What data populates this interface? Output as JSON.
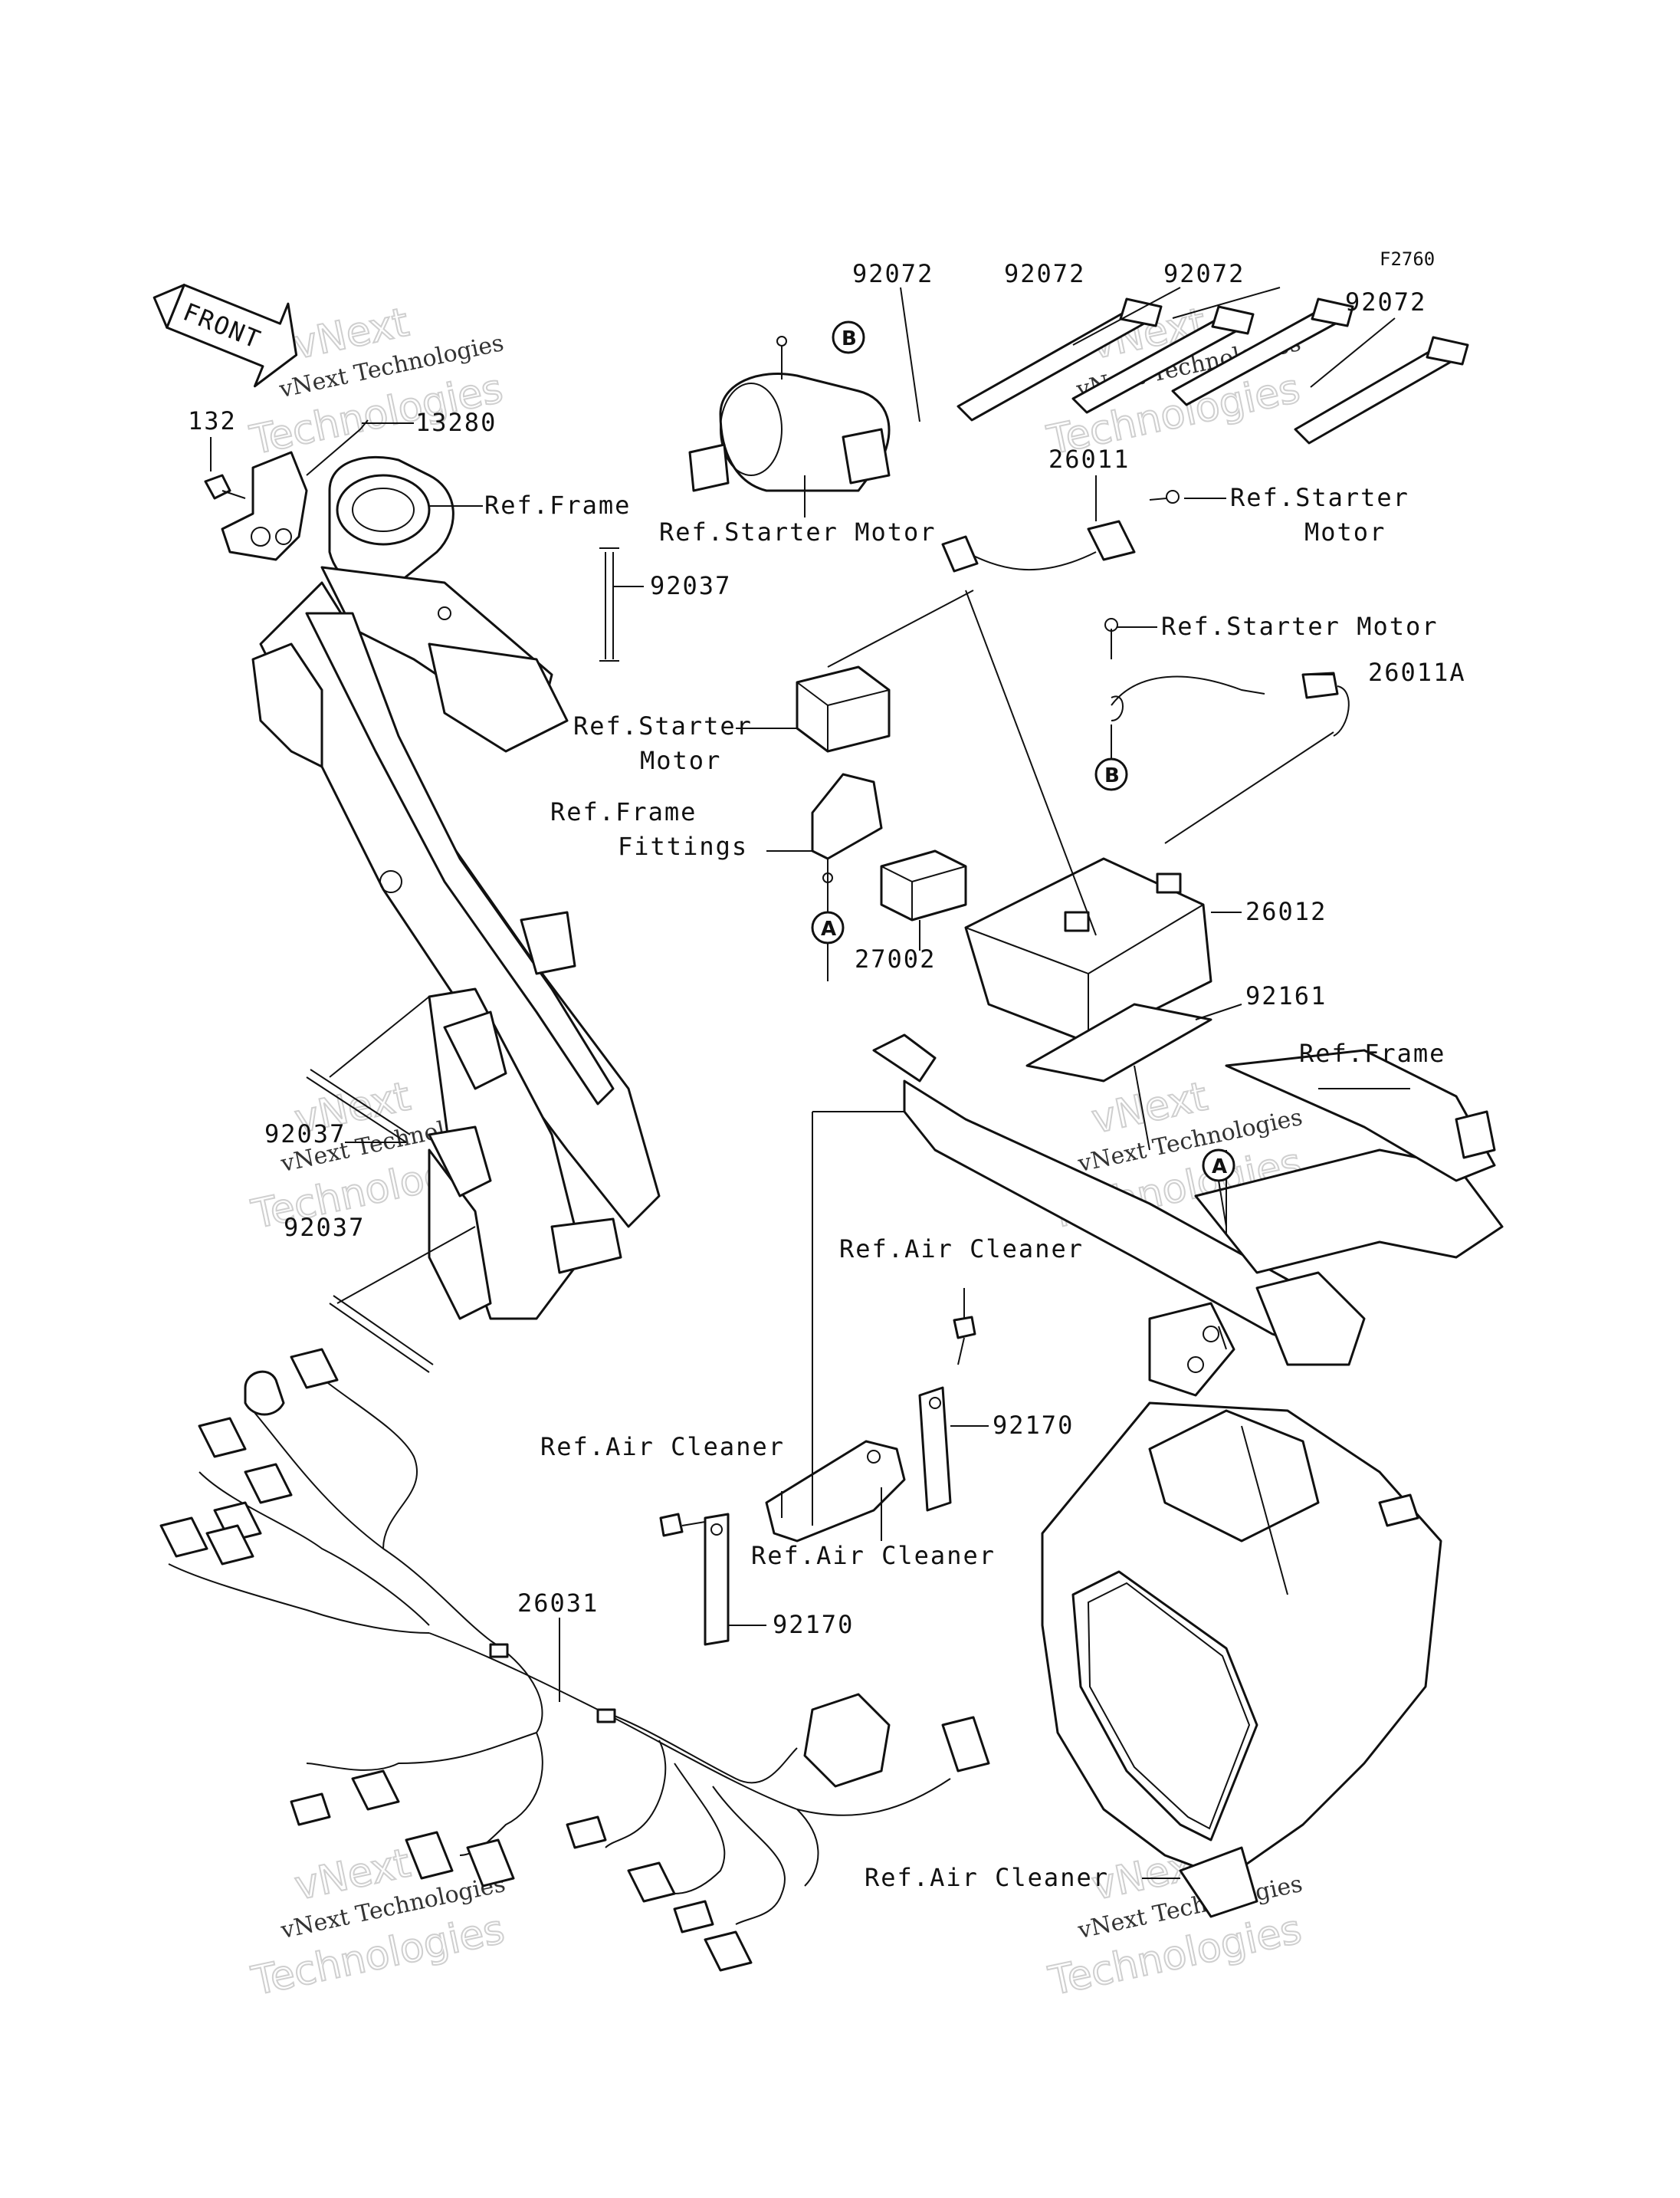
{
  "figure_code": "F2760",
  "front_badge": "FRONT",
  "labels": {
    "p132": "132",
    "p13280": "13280",
    "ref_frame_1": "Ref.Frame",
    "p92037_a": "92037",
    "p92037_b": "92037",
    "p92037_c": "92037",
    "ref_starter_motor_1": "Ref.Starter Motor",
    "p92072_a": "92072",
    "p92072_b": "92072",
    "p92072_c": "92072",
    "p92072_d": "92072",
    "p26011": "26011",
    "ref_starter_motor_2_line1": "Ref.Starter",
    "ref_starter_motor_2_line2": "Motor",
    "ref_starter_motor_3": "Ref.Starter Motor",
    "p26011a": "26011A",
    "ref_starter_motor_4_line1": "Ref.Starter",
    "ref_starter_motor_4_line2": "Motor",
    "ref_frame_fittings_line1": "Ref.Frame",
    "ref_frame_fittings_line2": "Fittings",
    "p27002": "27002",
    "p26012": "26012",
    "p92161": "92161",
    "ref_frame_2": "Ref.Frame",
    "ref_air_cleaner_1": "Ref.Air Cleaner",
    "p92170_a": "92170",
    "ref_air_cleaner_2": "Ref.Air Cleaner",
    "ref_air_cleaner_3": "Ref.Air Cleaner",
    "p92170_b": "92170",
    "p26031": "26031",
    "ref_air_cleaner_4": "Ref.Air Cleaner"
  },
  "markers": {
    "a": "A",
    "b": "B"
  },
  "watermark": {
    "line1": "vNext",
    "line2": "vNext Technologies",
    "line3": "Technologies"
  }
}
